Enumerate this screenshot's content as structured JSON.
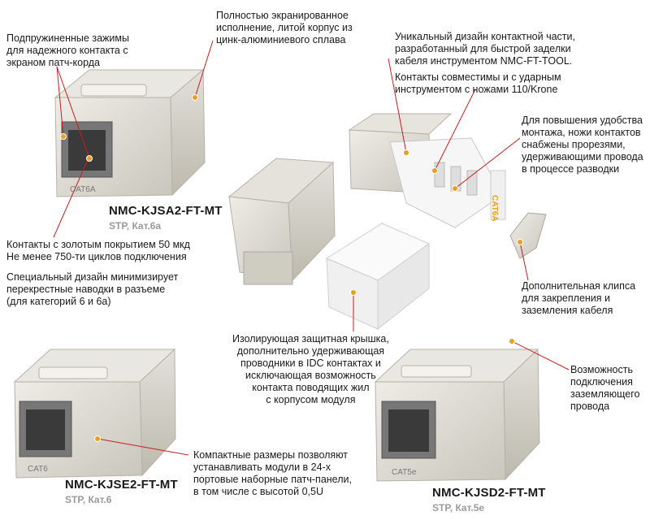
{
  "callouts": {
    "springs": "Подпружиненные зажимы\nдля надежного контакта с\nэкраном патч-корда",
    "shielded": "Полностью экранированное\nисполнение, литой корпус из\nцинк-алюминиевого сплава",
    "unique": "Уникальный дизайн контактной части,\nразработанный для быстрой заделки\nкабеля инструментом NMC-FT-TOOL.",
    "compatible": "Контакты совместимы и с ударным\nинструментом с ножами 110/Krone",
    "slots": "Для повышения удобства\nмонтажа, ножи контактов\nснабжены прорезями,\nудерживающими провода\nв процессе разводки",
    "gold": "Контакты с золотым покрытием 50 мкд\nНе менее 750-ти циклов подключения",
    "crosstalk": "Специальный дизайн минимизирует\nперекрестные наводки в разъеме\n(для категорий 6 и 6а)",
    "clip": "Дополнительная клипса\nдля закрепления и\nзаземления кабеля",
    "cover": "Изолирующая защитная крышка,\nдополнительно удерживающая\nпроводники в IDC контактах и\nисключающая возможность\nконтакта поводящих жил\nс корпусом модуля",
    "grounding": "Возможность\nподключения\nзаземляющего\nпровода",
    "compact": "Компактные размеры позволяют\nустанавливать модули в 24-х\nпортовые наборные патч-панели,\nв том числе с высотой 0,5U"
  },
  "products": [
    {
      "model": "NMC-KJSA2-FT-MT",
      "spec": "STP, Кат.6а",
      "jack_label": "CAT6A"
    },
    {
      "model": "NMC-KJSE2-FT-MT",
      "spec": "STP, Кат.6",
      "jack_label": "CAT6"
    },
    {
      "model": "NMC-KJSD2-FT-MT",
      "spec": "STP, Кат.5е",
      "jack_label": "CAT5e"
    }
  ],
  "idc_label": "CAT6A",
  "colors": {
    "leader": "#c81e1e",
    "dot": "#e8a020",
    "metal": "#dcdad2",
    "metal_dark": "#b7b4aa",
    "white_part": "#f4f4f4",
    "sub_text": "#9a9a9a"
  }
}
